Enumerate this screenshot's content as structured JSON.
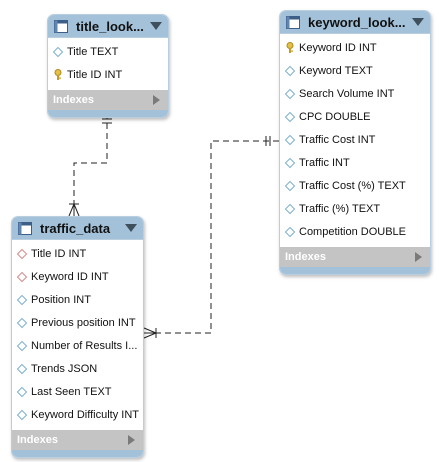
{
  "tables": {
    "title_lookup": {
      "title": "title_look...",
      "columns": [
        {
          "name": "Title TEXT",
          "kind": "column"
        },
        {
          "name": "Title ID INT",
          "kind": "primary-key"
        }
      ],
      "indexes_label": "Indexes"
    },
    "keyword_lookup": {
      "title": "keyword_look...",
      "columns": [
        {
          "name": "Keyword ID INT",
          "kind": "primary-key"
        },
        {
          "name": "Keyword TEXT",
          "kind": "column"
        },
        {
          "name": "Search Volume INT",
          "kind": "column"
        },
        {
          "name": "CPC DOUBLE",
          "kind": "column"
        },
        {
          "name": "Traffic Cost INT",
          "kind": "column"
        },
        {
          "name": "Traffic INT",
          "kind": "column"
        },
        {
          "name": "Traffic Cost (%) TEXT",
          "kind": "column"
        },
        {
          "name": "Traffic (%) TEXT",
          "kind": "column"
        },
        {
          "name": "Competition DOUBLE",
          "kind": "column"
        }
      ],
      "indexes_label": "Indexes"
    },
    "traffic_data": {
      "title": "traffic_data",
      "columns": [
        {
          "name": "Title ID INT",
          "kind": "foreign-key"
        },
        {
          "name": "Keyword ID INT",
          "kind": "foreign-key"
        },
        {
          "name": "Position INT",
          "kind": "column"
        },
        {
          "name": "Previous position INT",
          "kind": "column"
        },
        {
          "name": "Number of Results I...",
          "kind": "column"
        },
        {
          "name": "Trends JSON",
          "kind": "column"
        },
        {
          "name": "Last Seen TEXT",
          "kind": "column"
        },
        {
          "name": "Keyword Difficulty INT",
          "kind": "column"
        }
      ],
      "indexes_label": "Indexes"
    }
  },
  "colors": {
    "header": "#a3c2da",
    "indexes_bar": "#c4c4c4",
    "key_icon": "#e2c04a",
    "column_icon": "#7fb2d0",
    "foreign_key_icon": "#d98c8c",
    "relationship_line": "#222222"
  },
  "relationships": [
    {
      "from": "title_lookup",
      "to": "traffic_data",
      "style": "dashed",
      "parent_end": "one-mandatory",
      "child_end": "many"
    },
    {
      "from": "keyword_lookup",
      "to": "traffic_data",
      "style": "dashed",
      "parent_end": "one-mandatory",
      "child_end": "many"
    }
  ]
}
